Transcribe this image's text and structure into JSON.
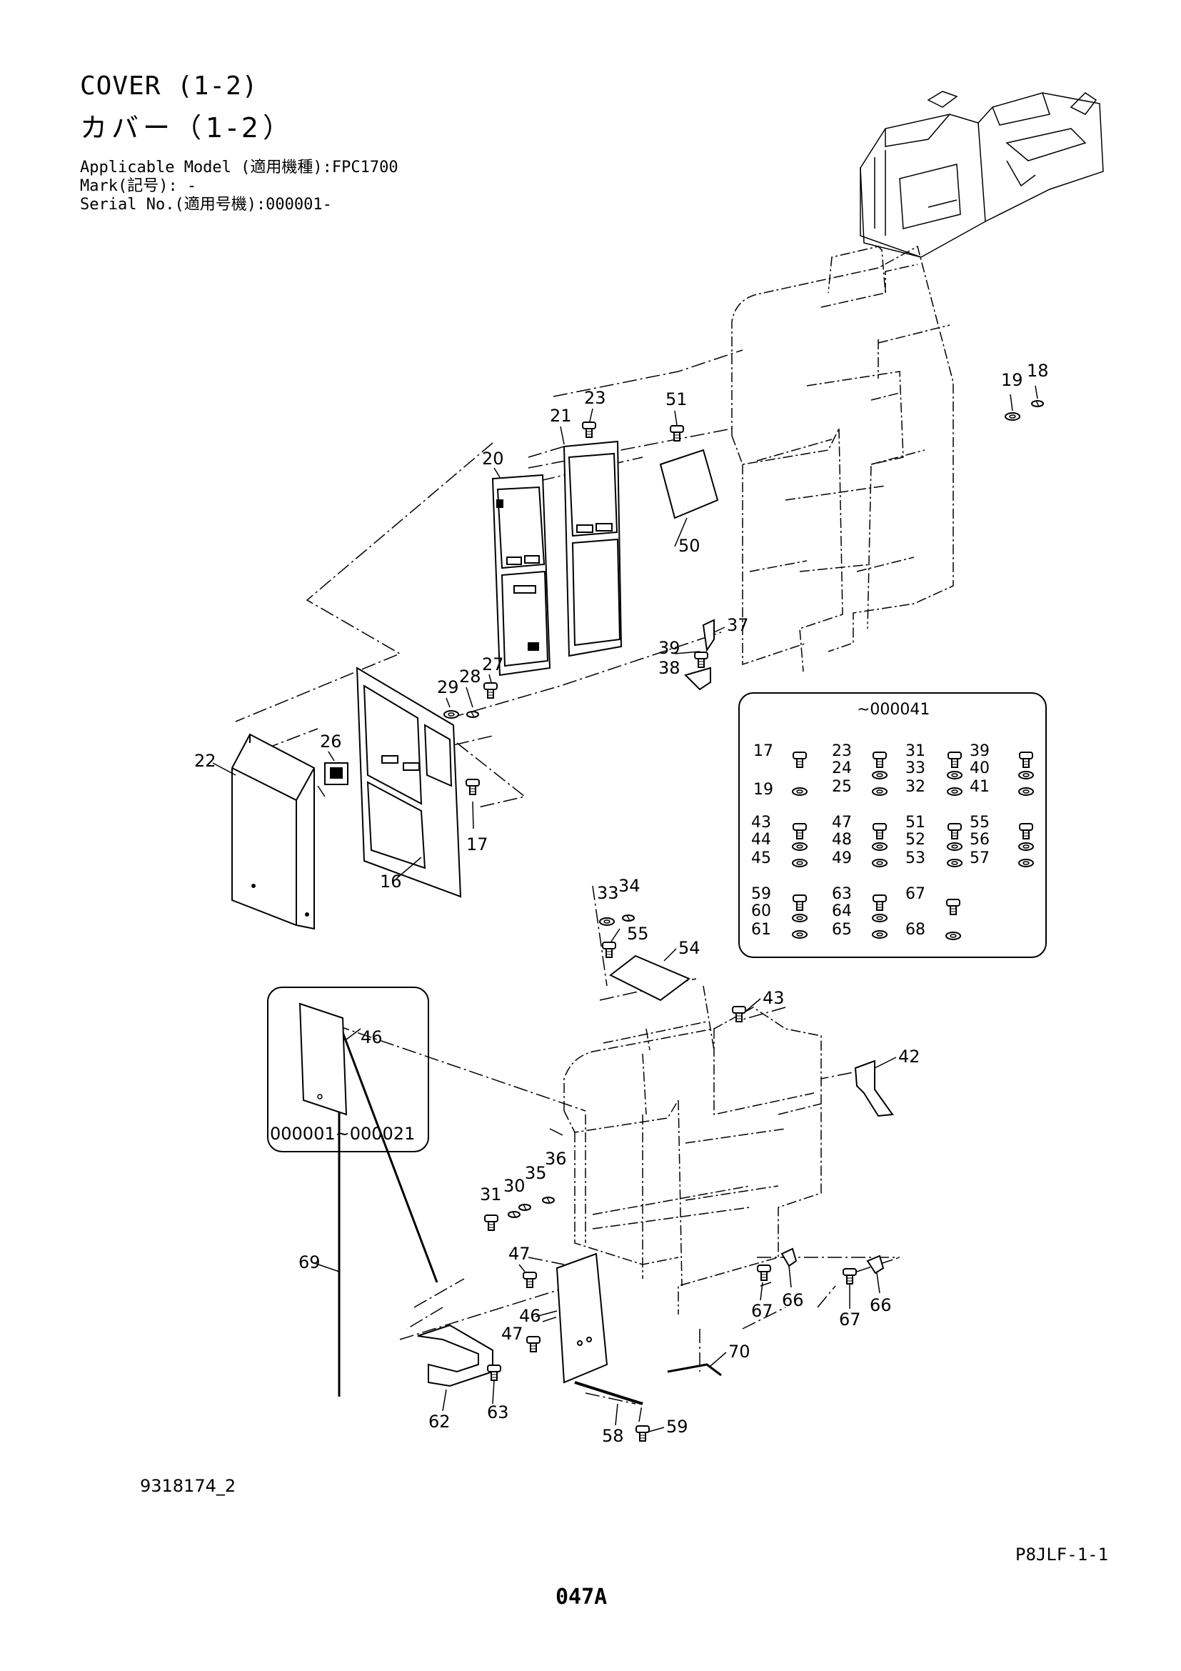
{
  "header": {
    "title_en": "COVER (1-2)",
    "title_jp": "カバー（1-2）",
    "applicable_model": "Applicable Model (適用機種):FPC1700",
    "mark": "Mark(記号): -",
    "serial_no": "Serial No.(適用号機):000001-"
  },
  "callouts": {
    "c16": "16",
    "c17": "17",
    "c18": "18",
    "c19": "19",
    "c20": "20",
    "c21": "21",
    "c22": "22",
    "c23": "23",
    "c26": "26",
    "c27": "27",
    "c28": "28",
    "c29": "29",
    "c30": "30",
    "c31": "31",
    "c33": "33",
    "c34": "34",
    "c35": "35",
    "c36": "36",
    "c37": "37",
    "c38": "38",
    "c39": "39",
    "c42": "42",
    "c43": "43",
    "c46": "46",
    "c46b": "46",
    "c47": "47",
    "c47b": "47",
    "c50": "50",
    "c51": "51",
    "c54": "54",
    "c55": "55",
    "c58": "58",
    "c59": "59",
    "c62": "62",
    "c63": "63",
    "c66": "66",
    "c66b": "66",
    "c67": "67",
    "c67b": "67",
    "c69": "69",
    "c70": "70"
  },
  "serial_box": {
    "label": "~000041",
    "groups": [
      [
        "17",
        "19"
      ],
      [
        "23",
        "24",
        "25"
      ],
      [
        "31",
        "33",
        "32"
      ],
      [
        "39",
        "40",
        "41"
      ],
      [
        "43",
        "44",
        "45"
      ],
      [
        "47",
        "48",
        "49"
      ],
      [
        "51",
        "52",
        "53"
      ],
      [
        "55",
        "56",
        "57"
      ],
      [
        "59",
        "60",
        "61"
      ],
      [
        "63",
        "64",
        "65"
      ],
      [
        "67"
      ],
      [
        "68"
      ]
    ]
  },
  "variant_box": {
    "label": "000001~000021",
    "part": "46"
  },
  "footer": {
    "drawing_no": "9318174_2",
    "code": "P8JLF-1-1",
    "page": "047A"
  },
  "icons": [
    "bolt-icon",
    "washer-icon",
    "lock-washer-icon"
  ]
}
